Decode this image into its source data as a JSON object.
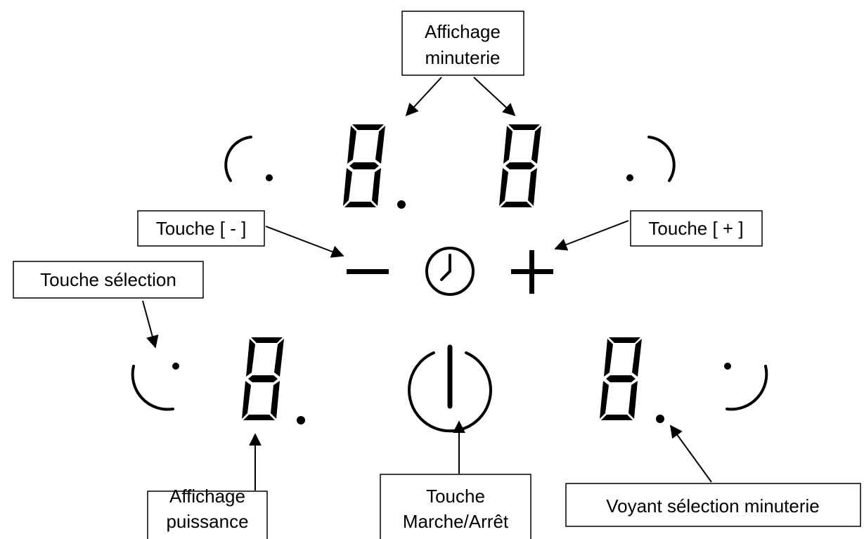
{
  "labels": {
    "affichage_minuterie": [
      "Affichage",
      "minuterie"
    ],
    "touche_moins": "Touche [ - ]",
    "touche_plus": "Touche [ + ]",
    "touche_selection": "Touche sélection",
    "affichage_puissance": [
      "Affichage",
      "puissance"
    ],
    "touche_marche_arret": [
      "Touche",
      "Marche/Arrêt"
    ],
    "voyant_selection_minuterie": "Voyant sélection minuterie"
  },
  "displays": {
    "timer_left_digit": "8",
    "timer_right_digit": "8",
    "power_left_digit": "8",
    "power_right_digit": "8"
  },
  "icons": [
    "minus-icon",
    "clock-icon",
    "plus-icon",
    "power-icon"
  ],
  "colors": {
    "ink": "#000000",
    "background": "#ffffff"
  }
}
